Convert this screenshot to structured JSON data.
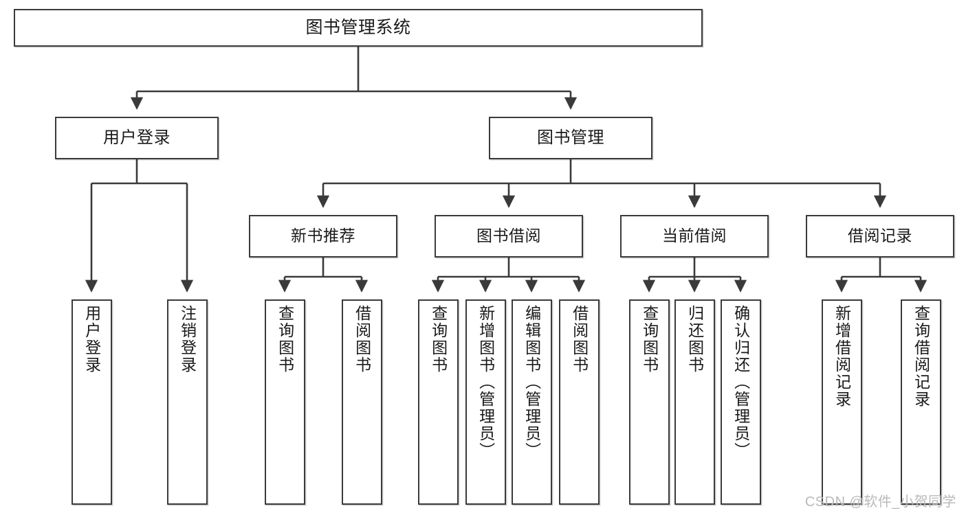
{
  "diagram": {
    "title": "图书管理系统",
    "type": "hierarchy-tree",
    "watermark": "CSDN @软件_小贺同学",
    "colors": {
      "box_border": "#3a3a3a",
      "box_fill": "#ffffff",
      "connector": "#3a3a3a",
      "text": "#1a1a1a",
      "watermark": "#b9b9b9"
    },
    "root": {
      "label": "图书管理系统"
    },
    "level1": [
      {
        "label": "用户登录"
      },
      {
        "label": "图书管理"
      }
    ],
    "level2": [
      {
        "label": "新书推荐"
      },
      {
        "label": "图书借阅"
      },
      {
        "label": "当前借阅"
      },
      {
        "label": "借阅记录"
      }
    ],
    "leaves": {
      "user_login": [
        {
          "label": "用户登录"
        },
        {
          "label": "注销登录"
        }
      ],
      "new_book_recommend": [
        {
          "label": "查询图书"
        },
        {
          "label": "借阅图书"
        }
      ],
      "book_borrow": [
        {
          "label": "查询图书"
        },
        {
          "label": "新增图书（管理员）"
        },
        {
          "label": "编辑图书（管理员）"
        },
        {
          "label": "借阅图书"
        }
      ],
      "current_borrow": [
        {
          "label": "查询图书"
        },
        {
          "label": "归还图书"
        },
        {
          "label": "确认归还（管理员）"
        }
      ],
      "borrow_record": [
        {
          "label": "新增借阅记录"
        },
        {
          "label": "查询借阅记录"
        }
      ]
    }
  }
}
